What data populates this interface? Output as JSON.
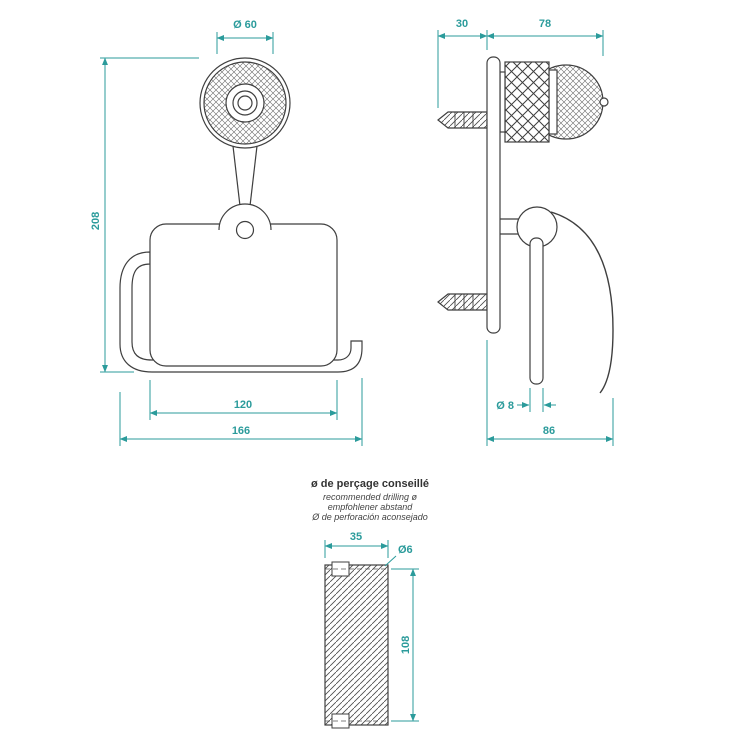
{
  "colors": {
    "dimension_accent": "#2b9b9b",
    "drawing_line": "#3f3f3f",
    "background": "#ffffff"
  },
  "front_view": {
    "dim_diameter": "Ø 60",
    "dim_height": "208",
    "dim_width_cover": "120",
    "dim_width_total": "166"
  },
  "side_view": {
    "dim_plug_depth": "30",
    "dim_total_depth": "78",
    "dim_rod_diameter": "Ø 8",
    "dim_width": "86"
  },
  "drilling_note": {
    "title": "ø de perçage conseillé",
    "line_en": "recommended drilling ø",
    "line_de": "empfohlener abstand",
    "line_es": "Ø de perforación aconsejado"
  },
  "drilling_template": {
    "dim_width": "35",
    "dim_hole_diameter": "Ø6",
    "dim_hole_spacing": "108"
  }
}
